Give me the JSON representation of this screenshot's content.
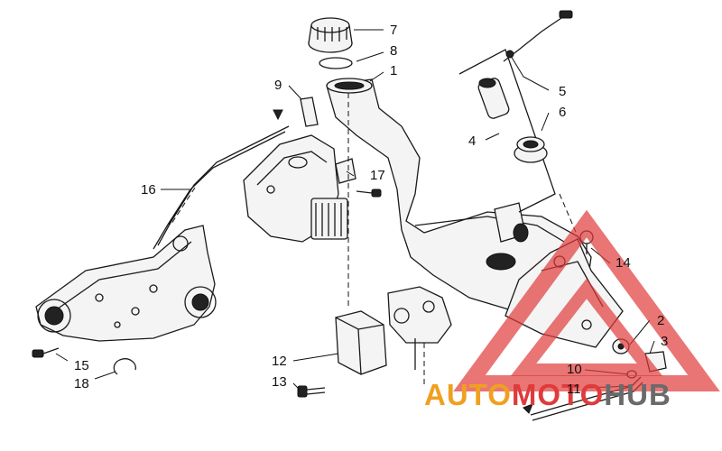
{
  "callouts": {
    "c1": "1",
    "c2": "2",
    "c3": "3",
    "c4": "4",
    "c5": "5",
    "c6": "6",
    "c7": "7",
    "c8": "8",
    "c9": "9",
    "c10": "10",
    "c11": "11",
    "c12": "12",
    "c13": "13",
    "c14": "14",
    "c15": "15",
    "c16": "16",
    "c17": "17",
    "c18": "18"
  },
  "watermark": {
    "part1": "AUTO",
    "part2": "MOTO",
    "part3": "HUB",
    "color_red": "#e03a3a",
    "color_orange": "#f0a020",
    "color_gray": "#6a6a6a"
  }
}
